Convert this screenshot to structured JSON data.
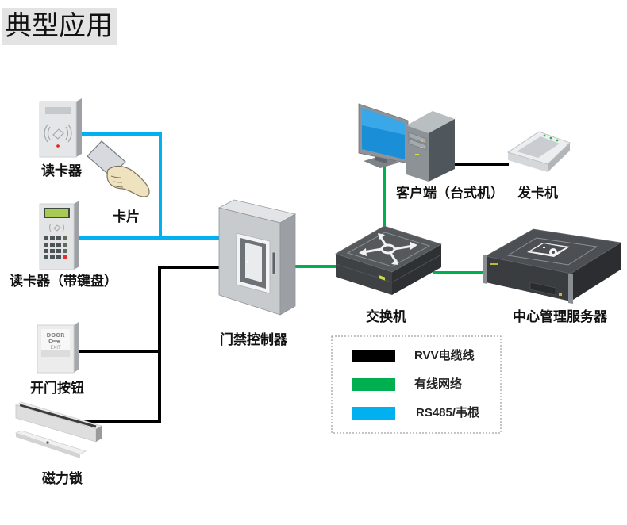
{
  "title": "典型应用",
  "devices": {
    "card_reader": {
      "label": "读卡器"
    },
    "card": {
      "label": "卡片"
    },
    "keypad_reader": {
      "label": "读卡器（带键盘）"
    },
    "exit_button": {
      "label": "开门按钮",
      "face_text_top": "DOOR",
      "face_text_bottom": "EXIT"
    },
    "magnetic_lock": {
      "label": "磁力锁"
    },
    "controller": {
      "label": "门禁控制器"
    },
    "client_pc": {
      "label": "客户端（台式机）"
    },
    "card_issuer": {
      "label": "发卡机"
    },
    "switch": {
      "label": "交换机"
    },
    "server": {
      "label": "中心管理服务器"
    }
  },
  "legend": {
    "items": [
      {
        "label": "RVV电缆线",
        "color": "#000000"
      },
      {
        "label": "有线网络",
        "color": "#00B050"
      },
      {
        "label": "RS485/韦根",
        "color": "#00B0F0"
      }
    ]
  },
  "connections": [
    {
      "from": "读卡器",
      "to": "门禁控制器",
      "type": "RS485/韦根"
    },
    {
      "from": "读卡器（带键盘）",
      "to": "门禁控制器",
      "type": "RS485/韦根"
    },
    {
      "from": "开门按钮",
      "to": "门禁控制器",
      "type": "RVV电缆线"
    },
    {
      "from": "磁力锁",
      "to": "门禁控制器",
      "type": "RVV电缆线"
    },
    {
      "from": "门禁控制器",
      "to": "交换机",
      "type": "有线网络"
    },
    {
      "from": "客户端（台式机）",
      "to": "交换机",
      "type": "有线网络"
    },
    {
      "from": "交换机",
      "to": "中心管理服务器",
      "type": "有线网络"
    },
    {
      "from": "客户端（台式机）",
      "to": "发卡机",
      "type": "RVV电缆线"
    }
  ]
}
